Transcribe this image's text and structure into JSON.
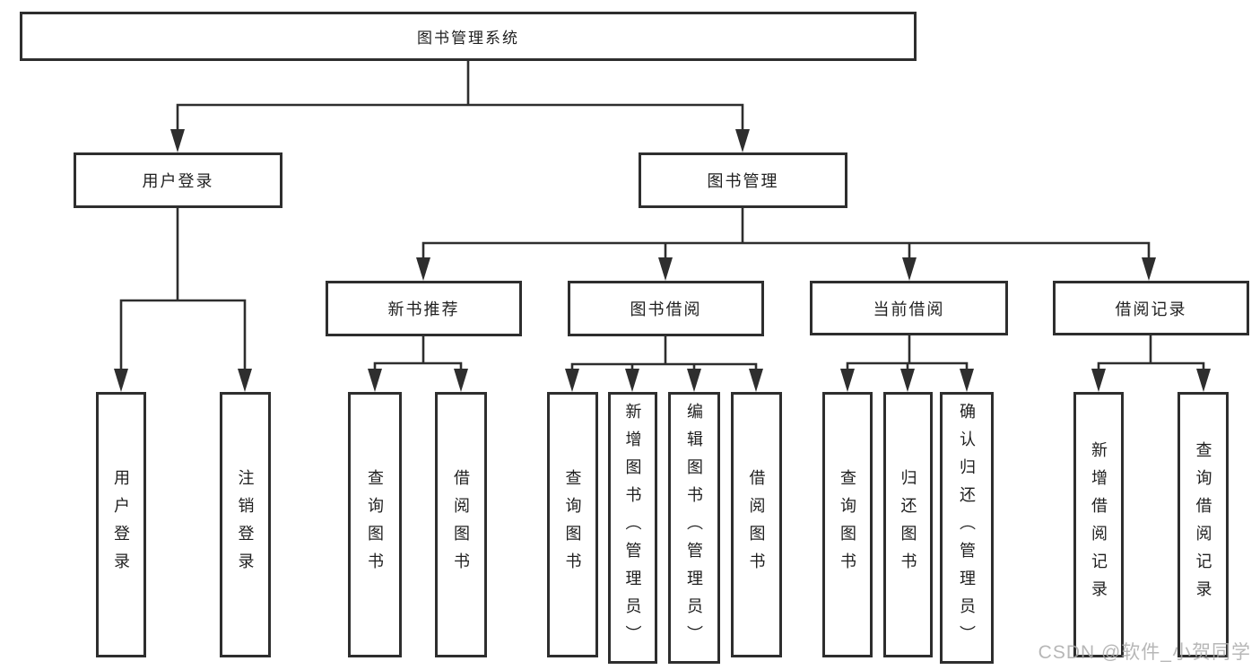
{
  "title": "图书管理系统",
  "colors": {
    "line": "#2e2e2e",
    "border": "#2e2e2e",
    "text": "#1f1f1f",
    "background": "#ffffff",
    "watermark": "#ababab"
  },
  "root": {
    "label": "图书管理系统"
  },
  "level2": [
    {
      "label": "用户登录"
    },
    {
      "label": "图书管理"
    }
  ],
  "level3": [
    {
      "label": "新书推荐"
    },
    {
      "label": "图书借阅"
    },
    {
      "label": "当前借阅"
    },
    {
      "label": "借阅记录"
    }
  ],
  "leaves": [
    {
      "label": "用户登录"
    },
    {
      "label": "注销登录"
    },
    {
      "label": "查询图书"
    },
    {
      "label": "借阅图书"
    },
    {
      "label": "查询图书"
    },
    {
      "label": "新增图书（管理员）"
    },
    {
      "label": "编辑图书（管理员）"
    },
    {
      "label": "借阅图书"
    },
    {
      "label": "查询图书"
    },
    {
      "label": "归还图书"
    },
    {
      "label": "确认归还（管理员）"
    },
    {
      "label": "新增借阅记录"
    },
    {
      "label": "查询借阅记录"
    }
  ],
  "hierarchy": {
    "图书管理系统": [
      "用户登录",
      "图书管理"
    ],
    "用户登录": [
      "用户登录",
      "注销登录"
    ],
    "图书管理": [
      "新书推荐",
      "图书借阅",
      "当前借阅",
      "借阅记录"
    ],
    "新书推荐": [
      "查询图书",
      "借阅图书"
    ],
    "图书借阅": [
      "查询图书",
      "新增图书（管理员）",
      "编辑图书（管理员）",
      "借阅图书"
    ],
    "当前借阅": [
      "查询图书",
      "归还图书",
      "确认归还（管理员）"
    ],
    "借阅记录": [
      "新增借阅记录",
      "查询借阅记录"
    ]
  },
  "watermark": "CSDN @软件_小贺同学"
}
